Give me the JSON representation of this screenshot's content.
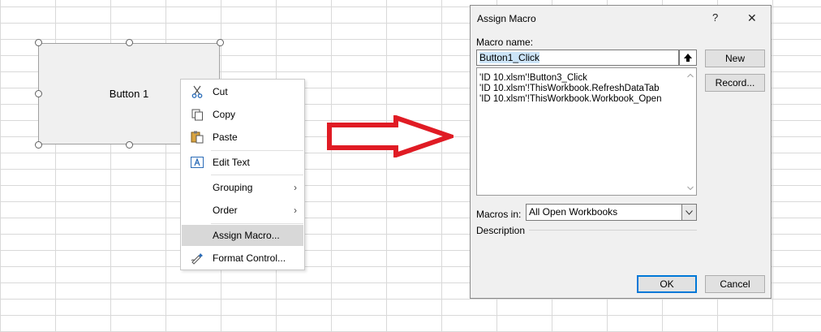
{
  "sheet": {
    "form_button_label": "Button 1"
  },
  "context_menu": {
    "items": [
      {
        "label": "Cut",
        "icon": "scissors-icon"
      },
      {
        "label": "Copy",
        "icon": "copy-icon"
      },
      {
        "label": "Paste",
        "icon": "paste-icon"
      },
      {
        "label": "Edit Text",
        "icon": "edit-text-icon"
      },
      {
        "label": "Grouping",
        "submenu": true
      },
      {
        "label": "Order",
        "submenu": true
      },
      {
        "label": "Assign Macro...",
        "highlighted": true
      },
      {
        "label": "Format Control...",
        "icon": "format-control-icon"
      }
    ]
  },
  "dialog": {
    "title": "Assign Macro",
    "help_label": "?",
    "close_label": "✕",
    "macro_name_label": "Macro name:",
    "macro_name_value": "Button1_Click",
    "macro_list": [
      "'ID 10.xlsm'!Button3_Click",
      "'ID 10.xlsm'!ThisWorkbook.RefreshDataTab",
      "'ID 10.xlsm'!ThisWorkbook.Workbook_Open"
    ],
    "buttons": {
      "new": "New",
      "record": "Record...",
      "ok": "OK",
      "cancel": "Cancel"
    },
    "macros_in_label": "Macros in:",
    "macros_in_value": "All Open Workbooks",
    "description_label": "Description"
  },
  "colors": {
    "arrow": "#e01b24",
    "highlight": "#d8d8d8",
    "default_button_border": "#0078d7"
  }
}
